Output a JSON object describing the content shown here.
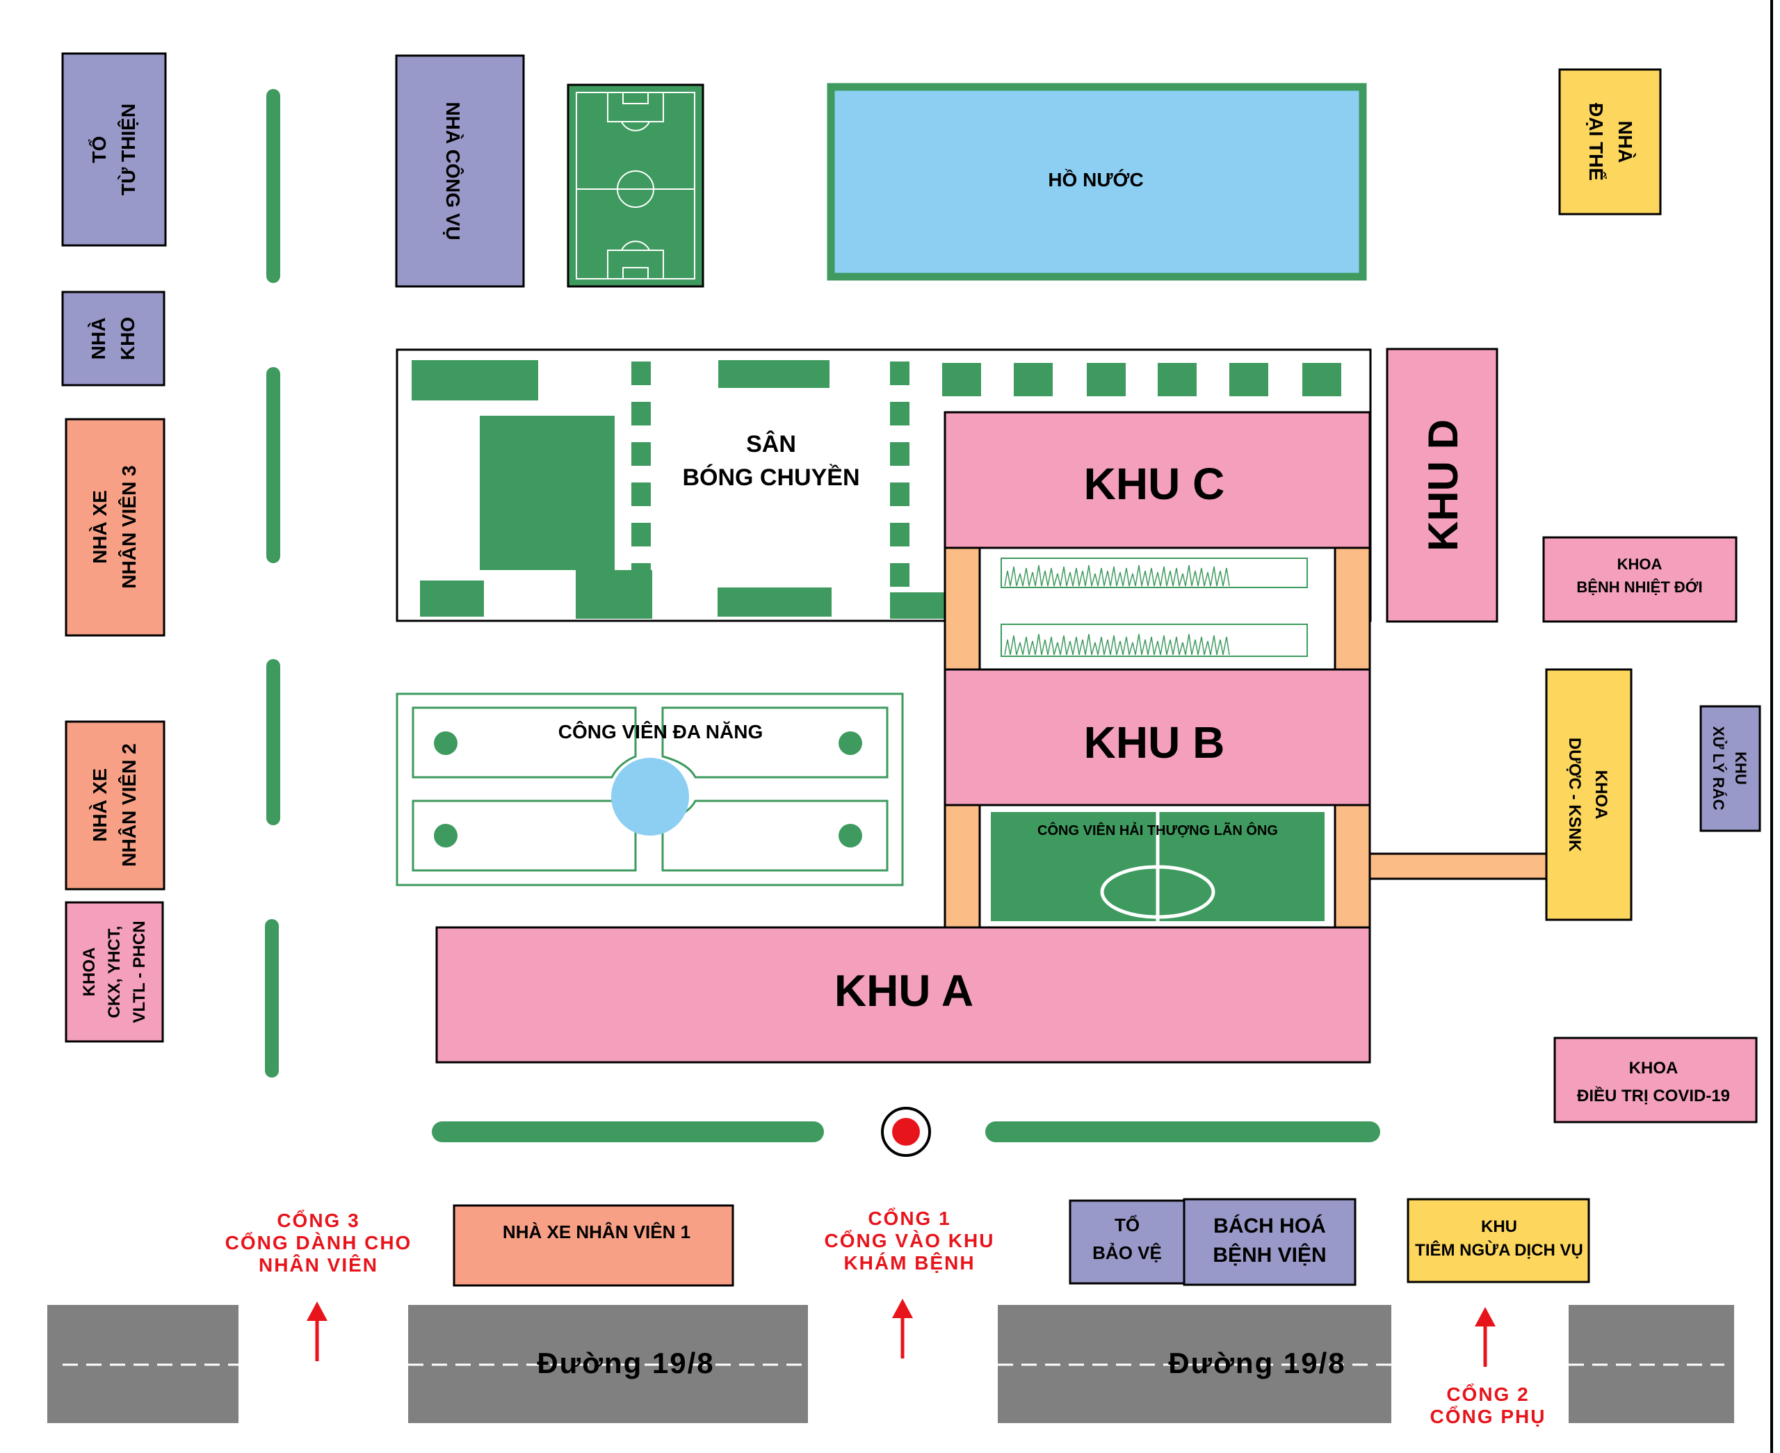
{
  "colors": {
    "purple": "#9999c9",
    "pink": "#f4a0bd",
    "salmon": "#f8a086",
    "yellow": "#fdd65e",
    "green": "#3e9a5e",
    "water": "#8ccff3",
    "orange": "#fbbd85",
    "road": "#808080",
    "gate_red": "#e8141b"
  },
  "buildings": {
    "to_tu_thien": [
      "TỔ",
      "TỪ THIỆN"
    ],
    "nha_kho": [
      "NHÀ",
      "KHO"
    ],
    "nha_xe_nv3": [
      "NHÀ XE",
      "NHÂN VIÊN 3"
    ],
    "nha_xe_nv2": [
      "NHÀ XE",
      "NHÂN VIÊN 2"
    ],
    "khoa_ckx": [
      "KHOA",
      "CKX, YHCT,",
      "VLTL - PHCN"
    ],
    "nha_cong_vu": "NHÀ CÔNG VỤ",
    "ho_nuoc": "HỒ NƯỚC",
    "nha_dai_the": [
      "NHÀ",
      "ĐẠI THỂ"
    ],
    "san_bong_chuyen": [
      "SÂN",
      "BÓNG CHUYỀN"
    ],
    "khu_c": "KHU C",
    "khu_d": "KHU D",
    "khu_b": "KHU B",
    "khu_a": "KHU A",
    "khoa_benh_nhiet_doi": [
      "KHOA",
      "BỆNH NHIỆT ĐỚI"
    ],
    "khoa_duoc": [
      "KHOA",
      "DƯỢC - KSNK"
    ],
    "khu_xu_ly_rac": [
      "KHU",
      "XỬ LÝ RÁC"
    ],
    "cong_vien_da_nang": "CÔNG VIÊN ĐA NĂNG",
    "cong_vien_hai_thuong": "CÔNG VIÊN HẢI THƯỢNG LÃN ÔNG",
    "khoa_covid": [
      "KHOA",
      "ĐIỀU TRỊ COVID-19"
    ],
    "nha_xe_nv1": "NHÀ XE NHÂN VIÊN 1",
    "to_bao_ve": [
      "TỔ",
      "BẢO VỆ"
    ],
    "bach_hoa": [
      "BÁCH HOÁ",
      "BỆNH VIỆN"
    ],
    "khu_tiem_ngua": [
      "KHU",
      "TIÊM NGỪA DỊCH VỤ"
    ]
  },
  "gates": {
    "gate3": [
      "CỔNG 3",
      "CỔNG DÀNH CHO",
      "NHÂN VIÊN"
    ],
    "gate1": [
      "CỔNG 1",
      "CỔNG VÀO KHU",
      "KHÁM BỆNH"
    ],
    "gate2": [
      "CỔNG 2",
      "CỔNG PHỤ"
    ]
  },
  "roads": {
    "left_name": "Đường 19/8",
    "right_name": "Đường 19/8"
  }
}
